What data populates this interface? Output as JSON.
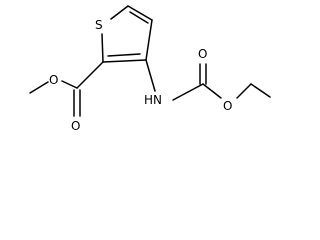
{
  "molecule": {
    "atoms": {
      "ring_sulfur": "S",
      "ester_oxygen_single": "O",
      "ester_oxygen_double": "O",
      "amine": "HN",
      "carbamate_oxygen_double": "O",
      "carbamate_oxygen_single": "O"
    },
    "colors": {
      "bond": "#000000",
      "label": "#000000",
      "background": "#ffffff"
    }
  }
}
